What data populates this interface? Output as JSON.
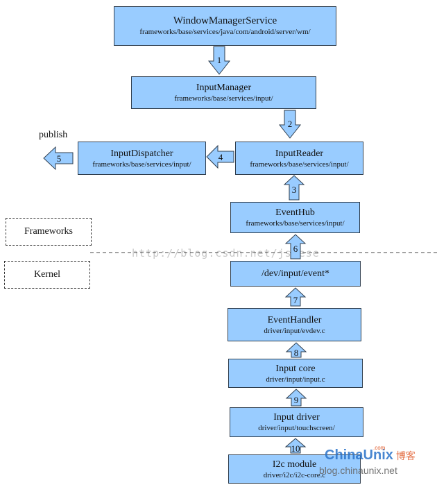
{
  "nodes": {
    "wms": {
      "title": "WindowManagerService",
      "path": "frameworks/base/services/java/com/android/server/wm/"
    },
    "input_manager": {
      "title": "InputManager",
      "path": "frameworks/base/services/input/"
    },
    "input_dispatcher": {
      "title": "InputDispatcher",
      "path": "frameworks/base/services/input/"
    },
    "input_reader": {
      "title": "InputReader",
      "path": "frameworks/base/services/input/"
    },
    "event_hub": {
      "title": "EventHub",
      "path": "frameworks/base/services/input/"
    },
    "dev_input": {
      "title": "/dev/input/event*"
    },
    "event_handler": {
      "title": "EventHandler",
      "path": "driver/input/evdev.c"
    },
    "input_core": {
      "title": "Input core",
      "path": "driver/input/input.c"
    },
    "input_driver": {
      "title": "Input driver",
      "path": "driver/input/touchscreen/"
    },
    "i2c_module": {
      "title": "I2c module",
      "path": "driver/i2c/i2c-core.c"
    }
  },
  "edges": [
    {
      "label": "1",
      "from": "WindowManagerService",
      "to": "InputManager"
    },
    {
      "label": "2",
      "from": "InputManager",
      "to": "InputReader"
    },
    {
      "label": "3",
      "from": "EventHub",
      "to": "InputReader"
    },
    {
      "label": "4",
      "from": "InputReader",
      "to": "InputDispatcher"
    },
    {
      "label": "5",
      "from": "InputDispatcher",
      "to": "publish"
    },
    {
      "label": "6",
      "from": "/dev/input/event*",
      "to": "EventHub"
    },
    {
      "label": "7",
      "from": "EventHandler",
      "to": "/dev/input/event*"
    },
    {
      "label": "8",
      "from": "Input core",
      "to": "EventHandler"
    },
    {
      "label": "9",
      "from": "Input driver",
      "to": "Input core"
    },
    {
      "label": "10",
      "from": "I2c module",
      "to": "Input driver"
    }
  ],
  "publish_label": "publish",
  "layers": {
    "frameworks": "Frameworks",
    "kernel": "Kernel"
  },
  "watermark": "http://blog.csdn.net/jscese",
  "branding": {
    "logo": "ChinaUnix",
    "logo_cn": "博客",
    "url": "blog.chinaunix.net",
    "small": ".com"
  },
  "colors": {
    "node_fill": "#99ccff",
    "node_border": "#2f3e4e",
    "arrow_fill": "#99ccff"
  }
}
